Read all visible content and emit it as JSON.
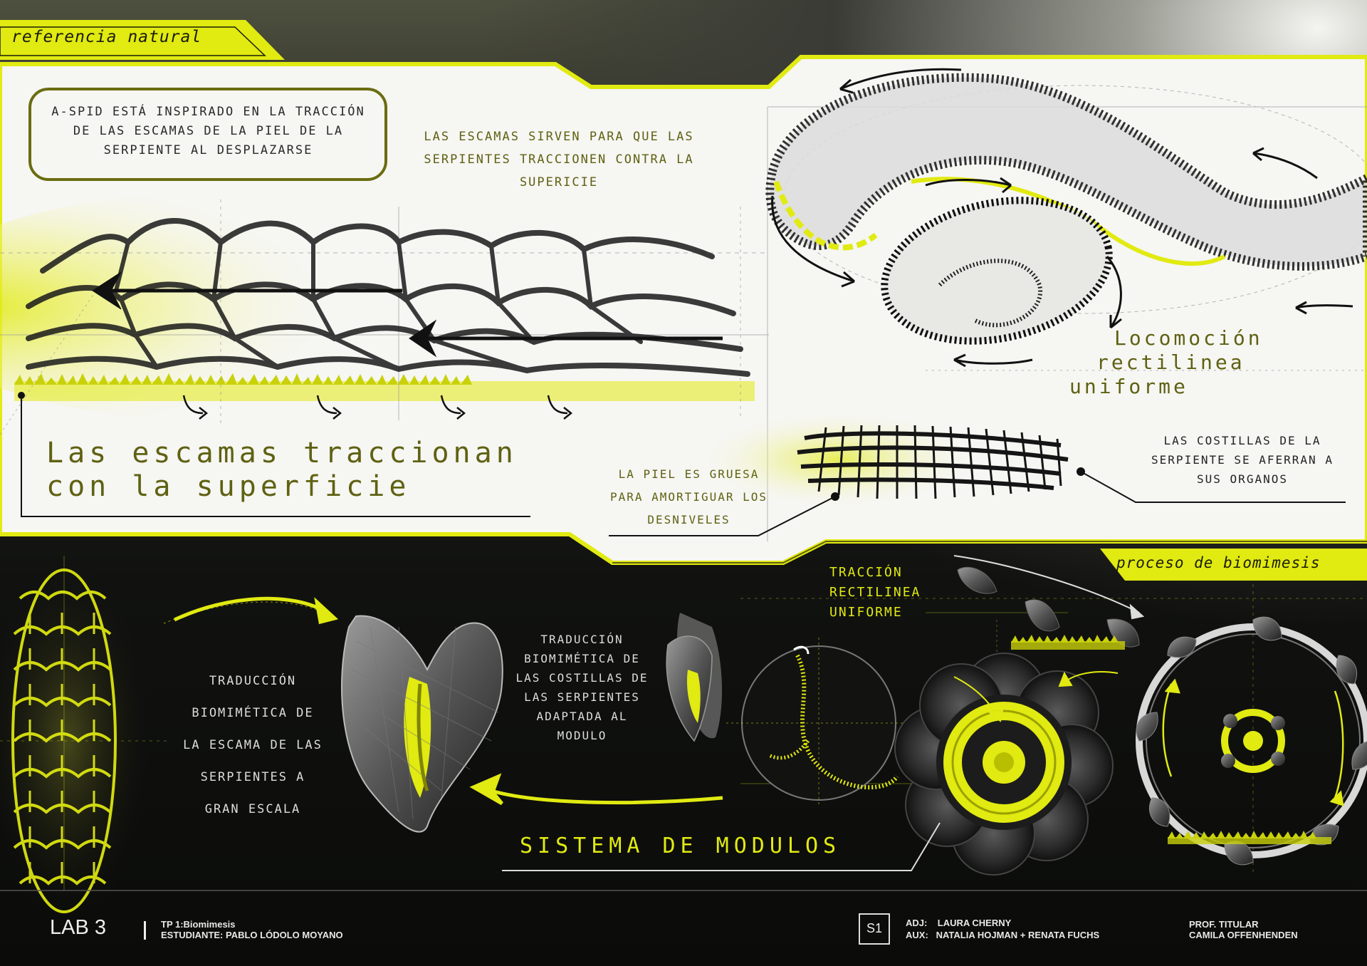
{
  "header": {
    "top_tab": "referencia natural",
    "bottom_tab": "proceso de biomimesis"
  },
  "top_panel": {
    "inspiration_box": "A-SPID ESTÁ INSPIRADO EN LA TRACCIÓN DE LAS ESCAMAS DE LA PIEL DE LA SERPIENTE AL DESPLAZARSE",
    "scales_note": "LAS ESCAMAS SIRVEN PARA QUE LAS SERPIENTES TRACCIONEN CONTRA LA SUPERICIE",
    "big_title_line1": "Las escamas traccionan",
    "big_title_line2": "con la superficie",
    "locomotion_line1": "Locomoción",
    "locomotion_line2": "rectilinea",
    "locomotion_line3": "uniforme",
    "skin_note": "LA PIEL ES GRUESA PARA AMORTIGUAR LOS DESNIVELES",
    "ribs_note": "LAS COSTILLAS DE LA SERPIENTE SE AFERRAN A SUS ORGANOS"
  },
  "bottom_panel": {
    "scale_translation": "TRADUCCIÓN BIOMIMÉTICA DE LA ESCAMA DE LAS SERPIENTES A GRAN ESCALA",
    "ribs_translation": "TRADUCCIÓN BIOMIMÉTICA DE LAS COSTILLAS DE LAS SERPIENTES ADAPTADA AL MODULO",
    "traction_label": "TRACCIÓN RECTILINEA UNIFORME",
    "system_title": "SISTEMA DE MODULOS"
  },
  "footer": {
    "lab": "LAB 3",
    "tp": "TP 1:Biomimesis",
    "student": "ESTUDIANTE: PABLO LÓDOLO MOYANO",
    "section": "S1",
    "adj": "ADJ:    LAURA CHERNY",
    "aux": "AUX:   NATALIA HOJMAN + RENATA FUCHS",
    "prof_title": "PROF. TITULAR",
    "prof_name": "CAMILA OFFENHENDEN"
  },
  "colors": {
    "accent": "#e1ea11",
    "olive_text": "#5f6112",
    "panel": "#f6f6f3",
    "dark": "#0d0e0b"
  }
}
